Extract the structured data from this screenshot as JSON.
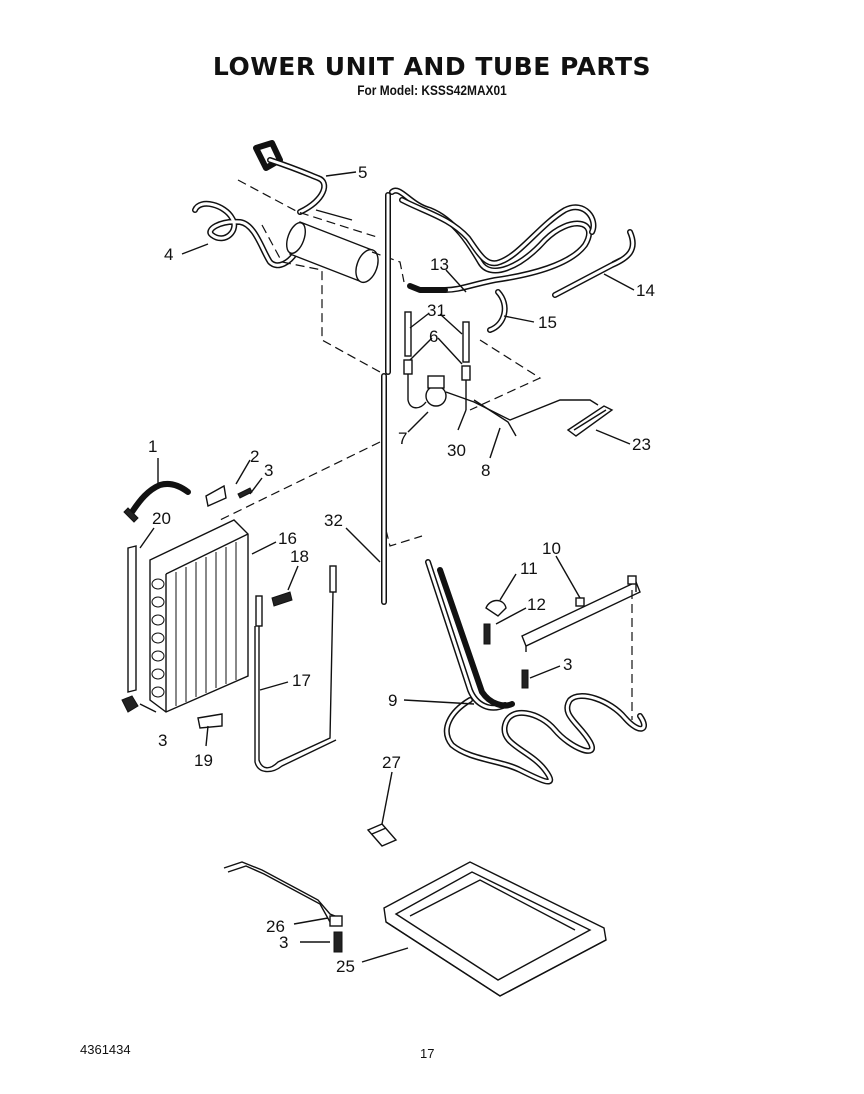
{
  "title": "LOWER UNIT AND TUBE PARTS",
  "subtitle": "For Model: KSSS42MAX01",
  "document_number": "4361434",
  "page_number": "17",
  "callouts": [
    "1",
    "2",
    "3",
    "3",
    "3",
    "3",
    "4",
    "5",
    "6",
    "7",
    "8",
    "9",
    "10",
    "11",
    "12",
    "13",
    "14",
    "15",
    "16",
    "17",
    "18",
    "19",
    "20",
    "23",
    "25",
    "26",
    "27",
    "30",
    "31",
    "32"
  ]
}
